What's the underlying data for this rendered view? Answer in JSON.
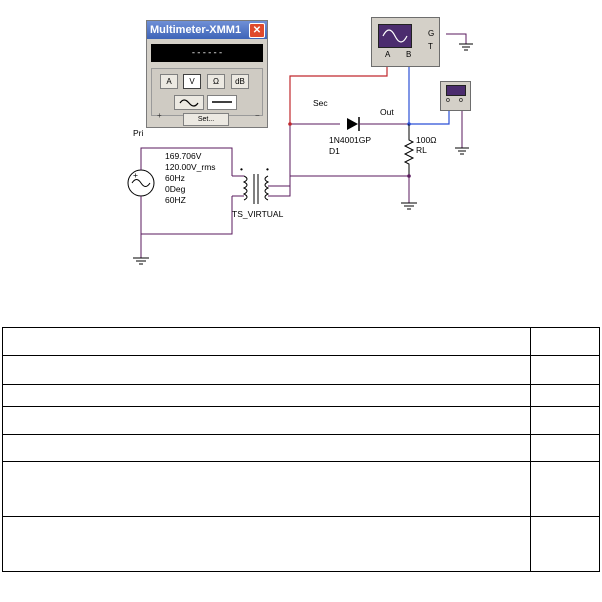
{
  "multimeter": {
    "title": "Multimeter-XMM1",
    "close_glyph": "✕",
    "display": "------",
    "buttons": [
      "A",
      "V",
      "Ω",
      "dB"
    ],
    "selected_button": "V",
    "set_label": "Set...",
    "term_plus": "+",
    "term_minus": "−"
  },
  "oscilloscope": {
    "channel_a": "A",
    "channel_b": "B",
    "ground": "G",
    "trigger": "T"
  },
  "source_labels": {
    "pri": "Pri",
    "peak": "169.706V",
    "rms": "120.00V_rms",
    "freq": "60Hz",
    "phase": "0Deg",
    "freq2": "60HZ"
  },
  "transformer_label": "TS_VIRTUAL",
  "diode": {
    "part": "1N4001GP",
    "ref": "D1"
  },
  "nodes": {
    "sec": "Sec",
    "out": "Out"
  },
  "resistor": {
    "value": "100Ω",
    "ref": "RL"
  },
  "table_rows": [
    [
      "",
      ""
    ],
    [
      "",
      ""
    ],
    [
      "",
      ""
    ],
    [
      "",
      ""
    ],
    [
      "",
      ""
    ],
    [
      "",
      ""
    ],
    [
      "",
      ""
    ]
  ]
}
